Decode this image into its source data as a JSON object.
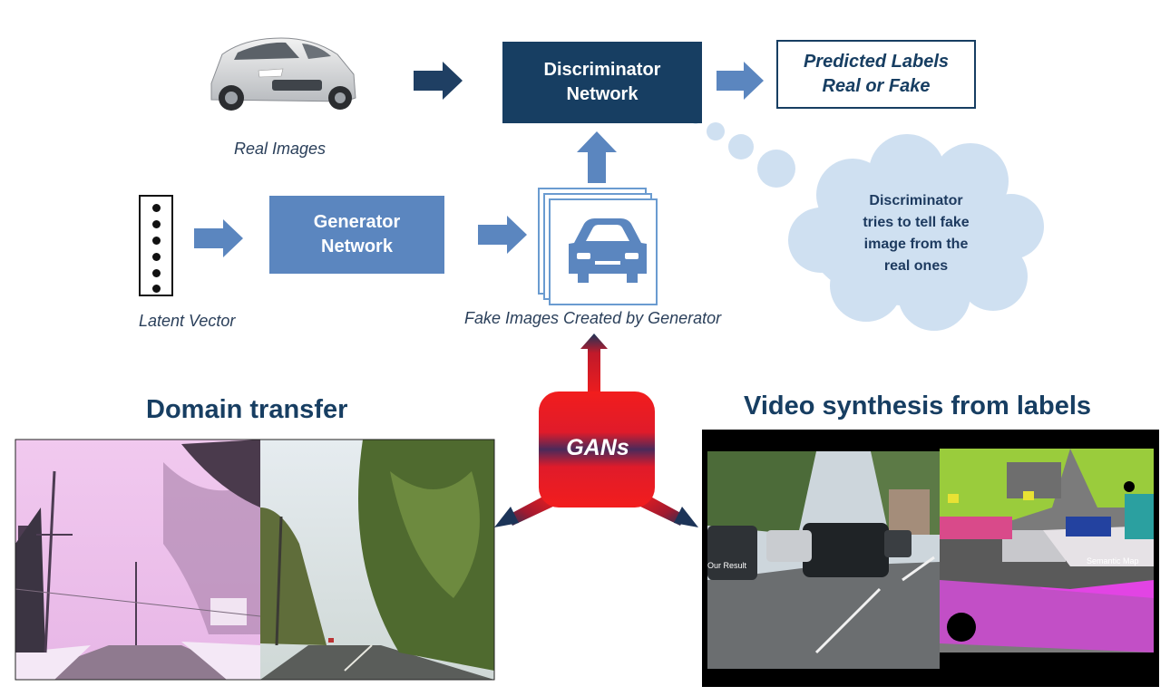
{
  "discriminator": {
    "line1": "Discriminator",
    "line2": "Network"
  },
  "predicted": {
    "line1": "Predicted Labels",
    "line2": "Real or Fake"
  },
  "generator": {
    "line1": "Generator",
    "line2": "Network"
  },
  "captions": {
    "real_images": "Real Images",
    "latent_vector": "Latent Vector",
    "fake_images": "Fake Images Created by Generator"
  },
  "thought": {
    "line1": "Discriminator",
    "line2": "tries to tell fake",
    "line3": "image from the",
    "line4": "real ones"
  },
  "center": {
    "label": "GANs"
  },
  "sections": {
    "left_title": "Domain transfer",
    "right_title": "Video synthesis from labels"
  },
  "video_labels": {
    "result": "Our Result",
    "semantic": "Semantic Map"
  },
  "colors": {
    "dark_navy": "#173e62",
    "mid_blue": "#5b86bf",
    "light_blue": "#7ea6d3",
    "cloud": "#cfe0f1",
    "gans_red": "#ef1c1c"
  },
  "icons": {
    "real_car": "car-photo-icon",
    "fake_car": "car-front-icon",
    "stack": "image-stack-icon"
  }
}
